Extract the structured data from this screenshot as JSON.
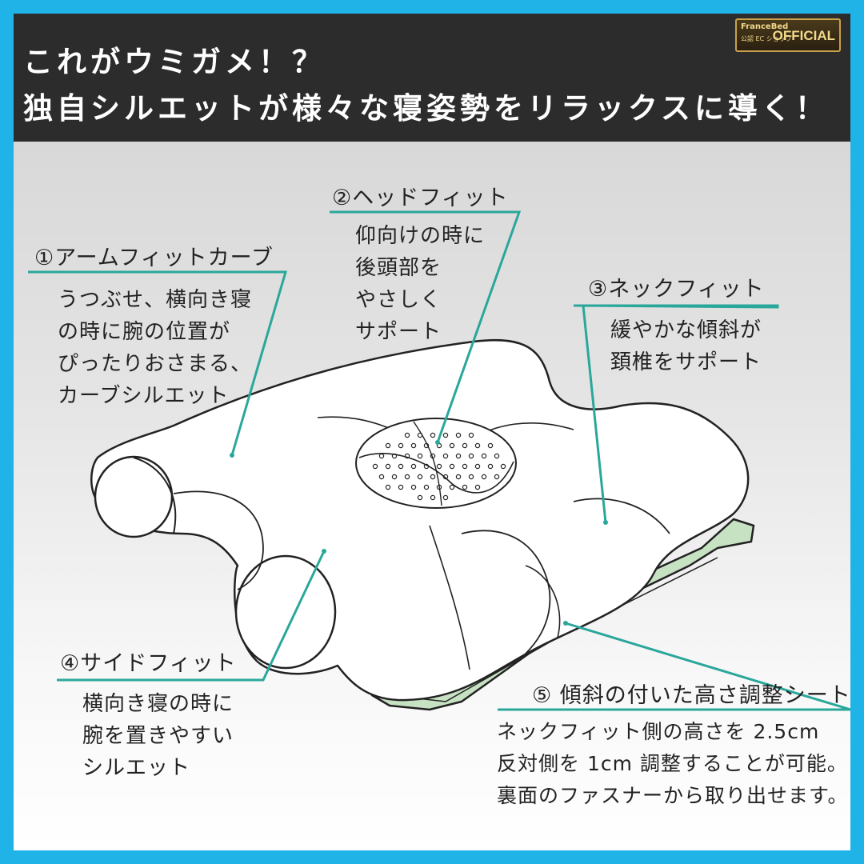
{
  "header": {
    "title_line1": "これがウミガメ！？",
    "title_line2": "独自シルエットが様々な寝姿勢をリラックスに導く！",
    "badge_brand": "FranceBed",
    "badge_sub": "公認 EC ショップ",
    "badge_main": "OFFICIAL"
  },
  "features": [
    {
      "label": "①アームフィットカーブ",
      "lines": [
        "うつぶせ、横向き寝",
        "の時に腕の位置が",
        "ぴったりおさまる、",
        "カーブシルエット"
      ]
    },
    {
      "label": "②ヘッドフィット",
      "lines": [
        "仰向けの時に",
        "後頭部を",
        "やさしく",
        "サポート"
      ]
    },
    {
      "label": "③ネックフィット",
      "lines": [
        "緩やかな傾斜が",
        "頚椎をサポート"
      ]
    },
    {
      "label": "④サイドフィット",
      "lines": [
        "横向き寝の時に",
        "腕を置きやすい",
        "シルエット"
      ]
    },
    {
      "label": "⑤ 傾斜の付いた高さ調整シート",
      "lines": [
        "ネックフィット側の高さを 2.5cm",
        "反対側を 1cm 調整することが可能。",
        "裏面のファスナーから取り出せます。"
      ]
    }
  ],
  "colors": {
    "frame": "#1fb3e8",
    "header_bg": "#2c2c2c",
    "leader": "#2aa79b",
    "sheet": "#c6e2c2"
  }
}
